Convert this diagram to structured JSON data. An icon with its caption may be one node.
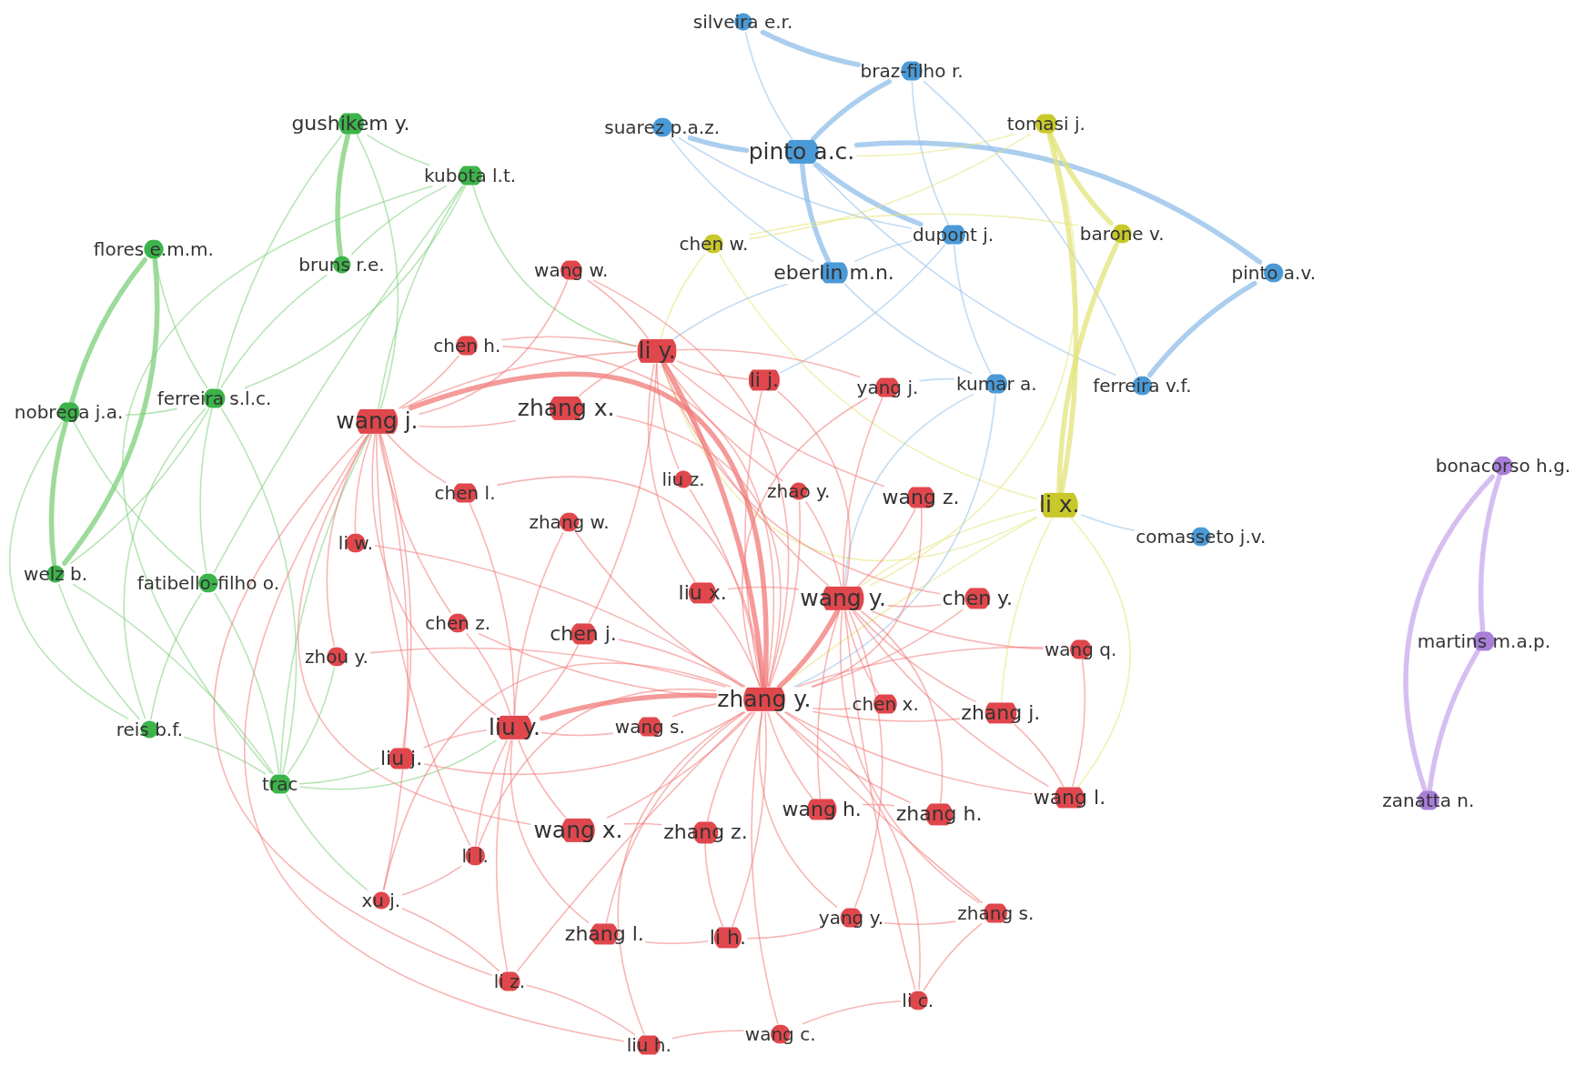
{
  "diagram": {
    "nodes": [
      {
        "text": [
          "silveira e.r."
        ]
      },
      {
        "text": [
          "braz-filho r."
        ]
      },
      {
        "text": [
          "suarez p.a.z."
        ]
      },
      {
        "text": [
          "pinto a.c."
        ]
      },
      {
        "text": [
          "dupont j."
        ]
      },
      {
        "text": [
          "eberlin m.n."
        ]
      },
      {
        "text": [
          "pinto a.v."
        ]
      },
      {
        "text": [
          "kumar a."
        ]
      },
      {
        "text": [
          "ferreira v.f."
        ]
      },
      {
        "text": [
          "comasseto j.v."
        ]
      },
      {
        "text": [
          "tomasi j."
        ]
      },
      {
        "text": [
          "chen w."
        ]
      },
      {
        "text": [
          "barone v."
        ]
      },
      {
        "text": [
          "li x."
        ]
      },
      {
        "text": [
          "gushikem y."
        ]
      },
      {
        "text": [
          "kubota l.t."
        ]
      },
      {
        "text": [
          "flores e.m.m."
        ]
      },
      {
        "text": [
          "bruns r.e."
        ]
      },
      {
        "text": [
          "nobrega j.a."
        ]
      },
      {
        "text": [
          "ferreira s.l.c."
        ]
      },
      {
        "text": [
          "welz b."
        ]
      },
      {
        "text": [
          "fatibello-filho o."
        ]
      },
      {
        "text": [
          "reis b.f."
        ]
      },
      {
        "text": [
          "trac"
        ]
      },
      {
        "text": [
          "bonacorso h.g."
        ]
      },
      {
        "text": [
          "martins m.a.p."
        ]
      },
      {
        "text": [
          "zanatta n."
        ]
      },
      {
        "text": [
          "wang w."
        ]
      },
      {
        "text": [
          "chen h."
        ]
      },
      {
        "text": [
          "li y."
        ]
      },
      {
        "text": [
          "li j."
        ]
      },
      {
        "text": [
          "yang j."
        ]
      },
      {
        "text": [
          "zhang x."
        ]
      },
      {
        "text": [
          "wang j."
        ]
      },
      {
        "text": [
          "liu z."
        ]
      },
      {
        "text": [
          "zhao y."
        ]
      },
      {
        "text": [
          "wang z."
        ]
      },
      {
        "text": [
          "chen l."
        ]
      },
      {
        "text": [
          "zhang w."
        ]
      },
      {
        "text": [
          "li w."
        ]
      },
      {
        "text": [
          "liu x."
        ]
      },
      {
        "text": [
          "wang y."
        ]
      },
      {
        "text": [
          "chen y."
        ]
      },
      {
        "text": [
          "chen z."
        ]
      },
      {
        "text": [
          "chen j."
        ]
      },
      {
        "text": [
          "zhou y."
        ]
      },
      {
        "text": [
          "wang q."
        ]
      },
      {
        "text": [
          "zhang y."
        ]
      },
      {
        "text": [
          "chen x."
        ]
      },
      {
        "text": [
          "zhang j."
        ]
      },
      {
        "text": [
          "liu y."
        ]
      },
      {
        "text": [
          "wang s."
        ]
      },
      {
        "text": [
          "liu j."
        ]
      },
      {
        "text": [
          "wang l."
        ]
      },
      {
        "text": [
          "wang h."
        ]
      },
      {
        "text": [
          "zhang h."
        ]
      },
      {
        "text": [
          "wang x."
        ]
      },
      {
        "text": [
          "zhang z."
        ]
      },
      {
        "text": [
          "li l."
        ]
      },
      {
        "text": [
          "xu j."
        ]
      },
      {
        "text": [
          "zhang l."
        ]
      },
      {
        "text": [
          "li h."
        ]
      },
      {
        "text": [
          "yang y."
        ]
      },
      {
        "text": [
          "zhang s."
        ]
      },
      {
        "text": [
          "li z."
        ]
      },
      {
        "text": [
          "li c."
        ]
      },
      {
        "text": [
          "wang c."
        ]
      },
      {
        "text": [
          "liu h."
        ]
      }
    ],
    "edges": [
      {
        "from": 0,
        "to": 1,
        "arrow": "none",
        "style": "thick",
        "color": "#8fbde8"
      },
      {
        "from": 0,
        "to": 3,
        "arrow": "none",
        "color": "#8fbde8"
      },
      {
        "from": 1,
        "to": 3,
        "arrow": "none",
        "style": "thick",
        "color": "#8fbde8"
      },
      {
        "from": 2,
        "to": 3,
        "arrow": "none",
        "style": "thick",
        "color": "#8fbde8"
      },
      {
        "from": 3,
        "to": 4,
        "arrow": "none",
        "style": "thick",
        "color": "#8fbde8"
      },
      {
        "from": 3,
        "to": 5,
        "arrow": "none",
        "style": "thick",
        "color": "#8fbde8"
      },
      {
        "from": 2,
        "to": 4,
        "arrow": "none",
        "color": "#8fbde8"
      },
      {
        "from": 2,
        "to": 5,
        "arrow": "none",
        "color": "#8fbde8"
      },
      {
        "from": 3,
        "to": 6,
        "arrow": "none",
        "style": "thick",
        "color": "#8fbde8"
      },
      {
        "from": 3,
        "to": 8,
        "arrow": "none",
        "color": "#8fbde8"
      },
      {
        "from": 6,
        "to": 8,
        "arrow": "none",
        "style": "thick",
        "color": "#8fbde8"
      },
      {
        "from": 4,
        "to": 5,
        "arrow": "none",
        "color": "#8fbde8"
      },
      {
        "from": 5,
        "to": 7,
        "arrow": "none",
        "color": "#8fbde8"
      },
      {
        "from": 1,
        "to": 4,
        "arrow": "none",
        "color": "#8fbde8"
      },
      {
        "from": 1,
        "to": 8,
        "arrow": "none",
        "color": "#8fbde8"
      },
      {
        "from": 4,
        "to": 7,
        "arrow": "none",
        "color": "#8fbde8"
      },
      {
        "from": 13,
        "to": 9,
        "arrow": "none",
        "color": "#8fbde8"
      },
      {
        "from": 10,
        "to": 12,
        "arrow": "none",
        "style": "thick",
        "color": "#e3e37a"
      },
      {
        "from": 10,
        "to": 13,
        "arrow": "none",
        "style": "thick",
        "color": "#e3e37a"
      },
      {
        "from": 12,
        "to": 13,
        "arrow": "none",
        "style": "thick",
        "color": "#e3e37a"
      },
      {
        "from": 11,
        "to": 13,
        "arrow": "none",
        "color": "#e3e37a"
      },
      {
        "from": 11,
        "to": 10,
        "arrow": "none",
        "color": "#e3e37a"
      },
      {
        "from": 11,
        "to": 12,
        "arrow": "none",
        "color": "#e3e37a"
      },
      {
        "from": 3,
        "to": 10,
        "arrow": "none",
        "color": "#e3e37a"
      },
      {
        "from": 14,
        "to": 15,
        "arrow": "none",
        "color": "#7ccf7a"
      },
      {
        "from": 14,
        "to": 17,
        "arrow": "none",
        "style": "thick",
        "color": "#7ccf7a"
      },
      {
        "from": 14,
        "to": 19,
        "arrow": "none",
        "color": "#7ccf7a"
      },
      {
        "from": 15,
        "to": 17,
        "arrow": "none",
        "color": "#7ccf7a"
      },
      {
        "from": 16,
        "to": 18,
        "arrow": "none",
        "style": "thick",
        "color": "#7ccf7a"
      },
      {
        "from": 16,
        "to": 20,
        "arrow": "none",
        "style": "thick",
        "color": "#7ccf7a"
      },
      {
        "from": 16,
        "to": 19,
        "arrow": "none",
        "color": "#7ccf7a"
      },
      {
        "from": 18,
        "to": 20,
        "arrow": "none",
        "style": "thick",
        "color": "#7ccf7a"
      },
      {
        "from": 18,
        "to": 19,
        "arrow": "none",
        "color": "#7ccf7a"
      },
      {
        "from": 18,
        "to": 22,
        "arrow": "none",
        "color": "#7ccf7a"
      },
      {
        "from": 18,
        "to": 21,
        "arrow": "none",
        "color": "#7ccf7a"
      },
      {
        "from": 20,
        "to": 19,
        "arrow": "none",
        "color": "#7ccf7a"
      },
      {
        "from": 20,
        "to": 22,
        "arrow": "none",
        "color": "#7ccf7a"
      },
      {
        "from": 19,
        "to": 21,
        "arrow": "none",
        "color": "#7ccf7a"
      },
      {
        "from": 19,
        "to": 22,
        "arrow": "none",
        "color": "#7ccf7a"
      },
      {
        "from": 21,
        "to": 22,
        "arrow": "none",
        "color": "#7ccf7a"
      },
      {
        "from": 21,
        "to": 15,
        "arrow": "none",
        "color": "#7ccf7a"
      },
      {
        "from": 23,
        "to": 22,
        "arrow": "none",
        "color": "#7ccf7a"
      },
      {
        "from": 23,
        "to": 20,
        "arrow": "none",
        "color": "#7ccf7a"
      },
      {
        "from": 23,
        "to": 21,
        "arrow": "none",
        "color": "#7ccf7a"
      },
      {
        "from": 23,
        "to": 15,
        "arrow": "none",
        "color": "#7ccf7a"
      },
      {
        "from": 23,
        "to": 19,
        "arrow": "none",
        "color": "#7ccf7a"
      },
      {
        "from": 17,
        "to": 19,
        "arrow": "none",
        "color": "#7ccf7a"
      },
      {
        "from": 15,
        "to": 19,
        "arrow": "none",
        "color": "#7ccf7a"
      },
      {
        "from": 24,
        "to": 25,
        "arrow": "none",
        "style": "thick",
        "color": "#c9a8ec"
      },
      {
        "from": 25,
        "to": 26,
        "arrow": "none",
        "style": "thick",
        "color": "#c9a8ec"
      },
      {
        "from": 24,
        "to": 26,
        "arrow": "none",
        "style": "thick",
        "color": "#c9a8ec"
      },
      {
        "from": 23,
        "to": 33,
        "arrow": "none",
        "color": "#7ccf7a"
      },
      {
        "from": 23,
        "to": 50,
        "arrow": "none",
        "color": "#7ccf7a"
      },
      {
        "from": 23,
        "to": 52,
        "arrow": "none",
        "color": "#7ccf7a"
      },
      {
        "from": 23,
        "to": 45,
        "arrow": "none",
        "color": "#7ccf7a"
      },
      {
        "from": 23,
        "to": 59,
        "arrow": "none",
        "color": "#7ccf7a"
      },
      {
        "from": 14,
        "to": 33,
        "arrow": "none",
        "color": "#7ccf7a"
      },
      {
        "from": 15,
        "to": 33,
        "arrow": "none",
        "color": "#7ccf7a"
      },
      {
        "from": 15,
        "to": 29,
        "arrow": "none",
        "color": "#7ccf7a"
      },
      {
        "from": 13,
        "to": 41,
        "arrow": "none",
        "color": "#e3e37a"
      },
      {
        "from": 13,
        "to": 49,
        "arrow": "none",
        "color": "#e3e37a"
      },
      {
        "from": 13,
        "to": 29,
        "arrow": "none",
        "color": "#e3e37a"
      },
      {
        "from": 13,
        "to": 53,
        "arrow": "none",
        "color": "#e3e37a"
      },
      {
        "from": 13,
        "to": 47,
        "arrow": "none",
        "color": "#e3e37a"
      },
      {
        "from": 11,
        "to": 29,
        "arrow": "none",
        "color": "#e3e37a"
      },
      {
        "from": 10,
        "to": 41,
        "arrow": "none",
        "color": "#e3e37a"
      },
      {
        "from": 7,
        "to": 41,
        "arrow": "none",
        "color": "#8fbde8"
      },
      {
        "from": 7,
        "to": 31,
        "arrow": "none",
        "color": "#8fbde8"
      },
      {
        "from": 7,
        "to": 47,
        "arrow": "none",
        "color": "#8fbde8"
      },
      {
        "from": 5,
        "to": 29,
        "arrow": "none",
        "color": "#8fbde8"
      },
      {
        "from": 4,
        "to": 30,
        "arrow": "none",
        "color": "#8fbde8"
      },
      {
        "from": 47,
        "to": 27,
        "arrow": "none"
      },
      {
        "from": 47,
        "to": 28,
        "arrow": "none"
      },
      {
        "from": 47,
        "to": 29,
        "arrow": "none",
        "style": "thick"
      },
      {
        "from": 47,
        "to": 30,
        "arrow": "none"
      },
      {
        "from": 47,
        "to": 31,
        "arrow": "none"
      },
      {
        "from": 47,
        "to": 32,
        "arrow": "none"
      },
      {
        "from": 47,
        "to": 33,
        "arrow": "none",
        "style": "thick"
      },
      {
        "from": 47,
        "to": 34,
        "arrow": "none"
      },
      {
        "from": 47,
        "to": 35,
        "arrow": "none"
      },
      {
        "from": 47,
        "to": 36,
        "arrow": "none"
      },
      {
        "from": 47,
        "to": 37,
        "arrow": "none"
      },
      {
        "from": 47,
        "to": 38,
        "arrow": "none"
      },
      {
        "from": 47,
        "to": 39,
        "arrow": "none"
      },
      {
        "from": 47,
        "to": 40,
        "arrow": "none"
      },
      {
        "from": 47,
        "to": 41,
        "arrow": "none",
        "style": "thick"
      },
      {
        "from": 47,
        "to": 42,
        "arrow": "none"
      },
      {
        "from": 47,
        "to": 43,
        "arrow": "none"
      },
      {
        "from": 47,
        "to": 44,
        "arrow": "none"
      },
      {
        "from": 47,
        "to": 45,
        "arrow": "none"
      },
      {
        "from": 47,
        "to": 46,
        "arrow": "none"
      },
      {
        "from": 47,
        "to": 48,
        "arrow": "none"
      },
      {
        "from": 47,
        "to": 49,
        "arrow": "none"
      },
      {
        "from": 47,
        "to": 50,
        "arrow": "none",
        "style": "thick"
      },
      {
        "from": 47,
        "to": 51,
        "arrow": "none"
      },
      {
        "from": 47,
        "to": 52,
        "arrow": "none"
      },
      {
        "from": 47,
        "to": 53,
        "arrow": "none"
      },
      {
        "from": 47,
        "to": 54,
        "arrow": "none"
      },
      {
        "from": 47,
        "to": 55,
        "arrow": "none"
      },
      {
        "from": 47,
        "to": 56,
        "arrow": "none"
      },
      {
        "from": 47,
        "to": 57,
        "arrow": "none"
      },
      {
        "from": 47,
        "to": 58,
        "arrow": "none"
      },
      {
        "from": 47,
        "to": 59,
        "arrow": "none"
      },
      {
        "from": 47,
        "to": 60,
        "arrow": "none"
      },
      {
        "from": 47,
        "to": 61,
        "arrow": "none"
      },
      {
        "from": 47,
        "to": 62,
        "arrow": "none"
      },
      {
        "from": 47,
        "to": 63,
        "arrow": "none"
      },
      {
        "from": 47,
        "to": 64,
        "arrow": "none"
      },
      {
        "from": 47,
        "to": 65,
        "arrow": "none"
      },
      {
        "from": 47,
        "to": 66,
        "arrow": "none"
      },
      {
        "from": 47,
        "to": 67,
        "arrow": "none"
      },
      {
        "from": 33,
        "to": 27,
        "arrow": "none"
      },
      {
        "from": 33,
        "to": 28,
        "arrow": "none"
      },
      {
        "from": 33,
        "to": 29,
        "arrow": "none"
      },
      {
        "from": 33,
        "to": 32,
        "arrow": "none"
      },
      {
        "from": 33,
        "to": 37,
        "arrow": "none"
      },
      {
        "from": 33,
        "to": 39,
        "arrow": "none"
      },
      {
        "from": 33,
        "to": 43,
        "arrow": "none"
      },
      {
        "from": 33,
        "to": 45,
        "arrow": "none"
      },
      {
        "from": 33,
        "to": 50,
        "arrow": "none"
      },
      {
        "from": 33,
        "to": 52,
        "arrow": "none"
      },
      {
        "from": 33,
        "to": 56,
        "arrow": "none"
      },
      {
        "from": 33,
        "to": 58,
        "arrow": "none"
      },
      {
        "from": 33,
        "to": 59,
        "arrow": "none"
      },
      {
        "from": 33,
        "to": 64,
        "arrow": "none"
      },
      {
        "from": 33,
        "to": 67,
        "arrow": "none"
      },
      {
        "from": 29,
        "to": 27,
        "arrow": "none"
      },
      {
        "from": 29,
        "to": 28,
        "arrow": "none"
      },
      {
        "from": 29,
        "to": 30,
        "arrow": "none"
      },
      {
        "from": 29,
        "to": 31,
        "arrow": "none"
      },
      {
        "from": 29,
        "to": 32,
        "arrow": "none"
      },
      {
        "from": 29,
        "to": 34,
        "arrow": "none"
      },
      {
        "from": 29,
        "to": 35,
        "arrow": "none"
      },
      {
        "from": 29,
        "to": 36,
        "arrow": "none"
      },
      {
        "from": 29,
        "to": 40,
        "arrow": "none"
      },
      {
        "from": 29,
        "to": 41,
        "arrow": "none"
      },
      {
        "from": 29,
        "to": 42,
        "arrow": "none"
      },
      {
        "from": 29,
        "to": 44,
        "arrow": "none"
      },
      {
        "from": 41,
        "to": 30,
        "arrow": "none"
      },
      {
        "from": 41,
        "to": 31,
        "arrow": "none"
      },
      {
        "from": 41,
        "to": 35,
        "arrow": "none"
      },
      {
        "from": 41,
        "to": 36,
        "arrow": "none"
      },
      {
        "from": 41,
        "to": 40,
        "arrow": "none"
      },
      {
        "from": 41,
        "to": 42,
        "arrow": "none"
      },
      {
        "from": 41,
        "to": 46,
        "arrow": "none"
      },
      {
        "from": 41,
        "to": 48,
        "arrow": "none"
      },
      {
        "from": 41,
        "to": 49,
        "arrow": "none"
      },
      {
        "from": 41,
        "to": 53,
        "arrow": "none"
      },
      {
        "from": 41,
        "to": 54,
        "arrow": "none"
      },
      {
        "from": 41,
        "to": 55,
        "arrow": "none"
      },
      {
        "from": 41,
        "to": 62,
        "arrow": "none"
      },
      {
        "from": 41,
        "to": 63,
        "arrow": "none"
      },
      {
        "from": 41,
        "to": 65,
        "arrow": "none"
      },
      {
        "from": 50,
        "to": 37,
        "arrow": "none"
      },
      {
        "from": 50,
        "to": 38,
        "arrow": "none"
      },
      {
        "from": 50,
        "to": 43,
        "arrow": "none"
      },
      {
        "from": 50,
        "to": 44,
        "arrow": "none"
      },
      {
        "from": 50,
        "to": 51,
        "arrow": "none"
      },
      {
        "from": 50,
        "to": 52,
        "arrow": "none"
      },
      {
        "from": 50,
        "to": 56,
        "arrow": "none"
      },
      {
        "from": 50,
        "to": 58,
        "arrow": "none"
      },
      {
        "from": 50,
        "to": 60,
        "arrow": "none"
      },
      {
        "from": 50,
        "to": 64,
        "arrow": "none"
      },
      {
        "from": 53,
        "to": 46,
        "arrow": "none"
      },
      {
        "from": 53,
        "to": 49,
        "arrow": "none"
      },
      {
        "from": 63,
        "to": 65,
        "arrow": "none"
      },
      {
        "from": 65,
        "to": 66,
        "arrow": "none"
      },
      {
        "from": 66,
        "to": 67,
        "arrow": "none"
      },
      {
        "from": 67,
        "to": 64,
        "arrow": "none"
      },
      {
        "from": 64,
        "to": 59,
        "arrow": "none"
      },
      {
        "from": 59,
        "to": 58,
        "arrow": "none"
      },
      {
        "from": 60,
        "to": 61,
        "arrow": "none"
      },
      {
        "from": 61,
        "to": 62,
        "arrow": "none"
      },
      {
        "from": 62,
        "to": 63,
        "arrow": "none"
      },
      {
        "from": 55,
        "to": 54,
        "arrow": "none"
      },
      {
        "from": 57,
        "to": 56,
        "arrow": "none"
      },
      {
        "from": 57,
        "to": 61,
        "arrow": "none"
      }
    ]
  }
}
